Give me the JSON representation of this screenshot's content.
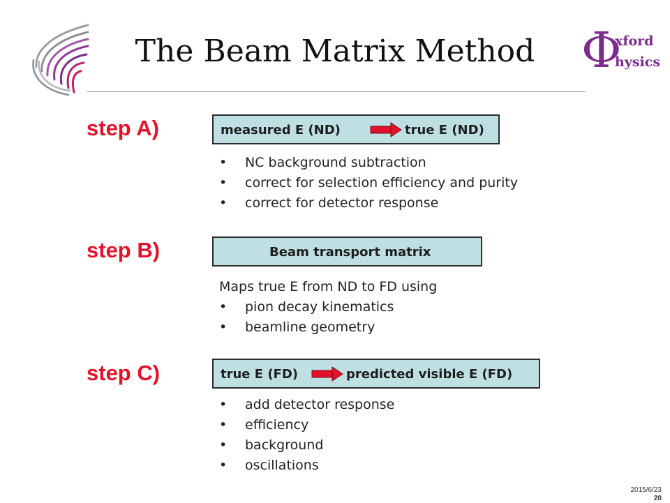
{
  "slide": {
    "title": "The Beam Matrix Method",
    "logo_right": {
      "symbol": "Φ",
      "line1": "xford",
      "line2": "hysics"
    },
    "logo_left": {
      "icon": "swirl-logo-icon"
    },
    "colors": {
      "step_red": "#e3122a",
      "box_fill": "#bfe0e2",
      "arrow_red": "#e3122a",
      "logo_purple": "#7b2c8c"
    }
  },
  "step_a": {
    "label": "step A)",
    "box_left": "measured E (ND)",
    "box_right": "true E (ND)",
    "bullets": [
      "NC background subtraction",
      "correct for selection efficiency and purity",
      "correct for detector response"
    ]
  },
  "step_b": {
    "label": "step B)",
    "box_text": "Beam transport matrix",
    "intro": "Maps true E from ND to FD using",
    "bullets": [
      "pion decay kinematics",
      "beamline geometry"
    ]
  },
  "step_c": {
    "label": "step C)",
    "box_left": "true E (FD)",
    "box_right": "predicted visible E (FD)",
    "bullets": [
      "add detector response",
      "efficiency",
      "background",
      "oscillations"
    ]
  },
  "footer": {
    "date": "2015/6/23",
    "page": "20"
  }
}
